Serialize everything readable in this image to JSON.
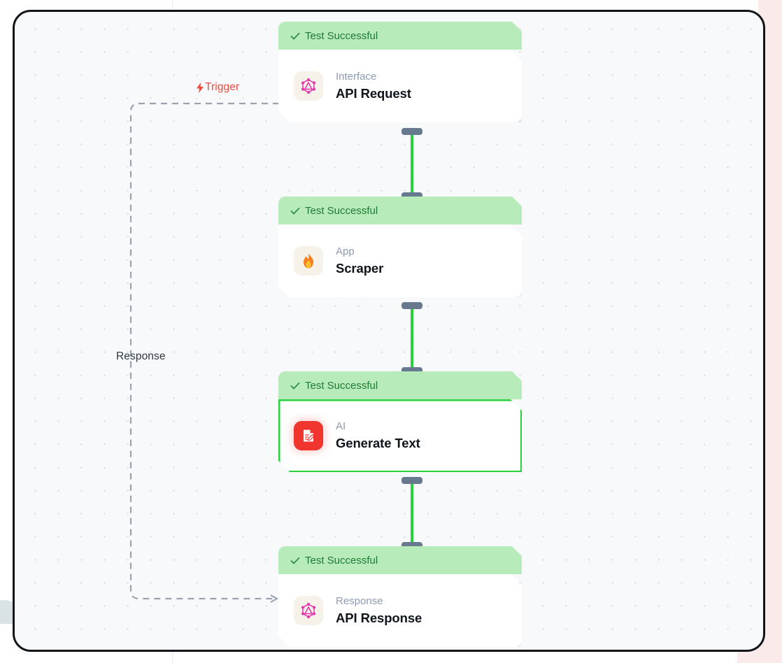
{
  "canvas": {
    "background_color": "#f7f9fb",
    "frame_border_color": "#111418",
    "dot_grid_color": "#d3d8e0"
  },
  "labels": {
    "trigger": {
      "text": "Trigger",
      "icon": "lightning-bolt-icon",
      "color": "#f2483c"
    },
    "response": {
      "text": "Response",
      "color": "#2f3640"
    }
  },
  "status": {
    "label": "Test Successful",
    "icon": "check-icon",
    "bar_color": "#b8ebba",
    "text_color": "#1f7a34"
  },
  "connector": {
    "line_color": "#27d23d",
    "handle_color": "#66798f"
  },
  "nodes": [
    {
      "status": "Test Successful",
      "kind": "Interface",
      "title": "API Request",
      "icon": "graphql-icon",
      "icon_color": "#e535ab",
      "icon_background": "#f6f1e9",
      "selected": false
    },
    {
      "status": "Test Successful",
      "kind": "App",
      "title": "Scraper",
      "icon": "flame-icon",
      "icon_color": "#f5821f",
      "icon_background": "#f6f1e9",
      "selected": false
    },
    {
      "status": "Test Successful",
      "kind": "AI",
      "title": "Generate Text",
      "icon": "document-pencil-icon",
      "icon_color": "#ffffff",
      "icon_background": "#f0352f",
      "selected": true
    },
    {
      "status": "Test Successful",
      "kind": "Response",
      "title": "API Response",
      "icon": "graphql-icon",
      "icon_color": "#e535ab",
      "icon_background": "#f6f1e9",
      "selected": false
    }
  ]
}
